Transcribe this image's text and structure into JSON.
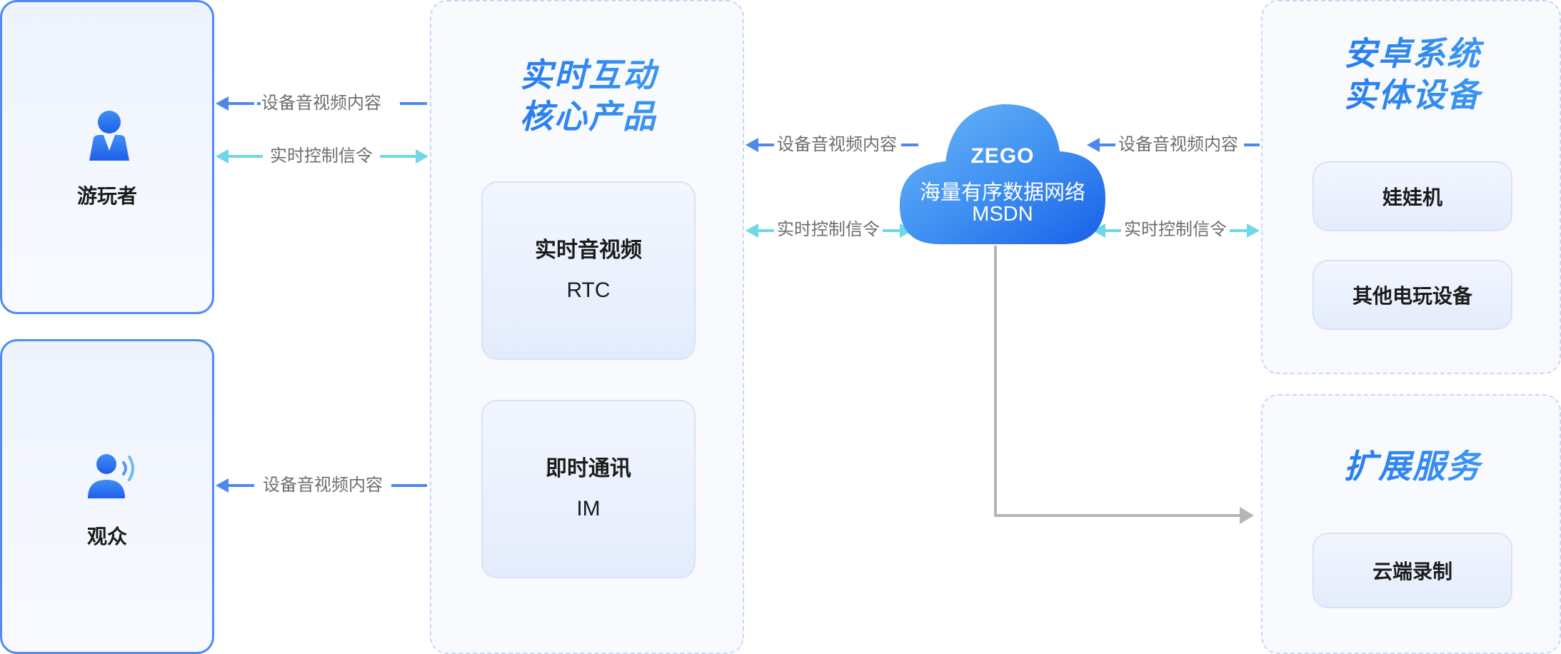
{
  "users": {
    "player": {
      "label": "游玩者"
    },
    "audience": {
      "label": "观众"
    }
  },
  "core_panel": {
    "title_line1": "实时互动",
    "title_line2": "核心产品",
    "products": [
      {
        "name": "实时音视频",
        "abbr": "RTC"
      },
      {
        "name": "即时通讯",
        "abbr": "IM"
      }
    ]
  },
  "cloud": {
    "brand": "ZEGO",
    "name": "海量有序数据网络",
    "abbr": "MSDN"
  },
  "android_panel": {
    "title_line1": "安卓系统",
    "title_line2": "实体设备",
    "devices": [
      "娃娃机",
      "其他电玩设备"
    ]
  },
  "extension_panel": {
    "title": "扩展服务",
    "services": [
      "云端录制"
    ]
  },
  "arrows": {
    "av_content": "设备音视频内容",
    "control_signal": "实时控制信令"
  },
  "colors": {
    "av_arrow": "#4f88ef",
    "control_arrow": "#6fd8e6",
    "connector": "#b5b5b5",
    "accent": "#1d6cf0"
  }
}
